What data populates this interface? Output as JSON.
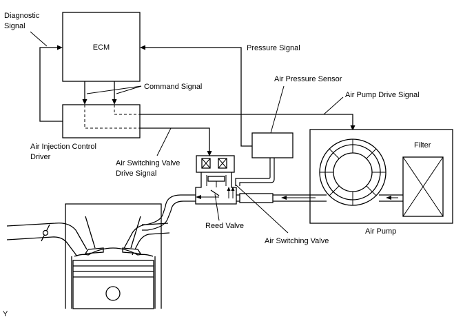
{
  "diagram": {
    "diagnostic_signal_1": "Diagnostic",
    "diagnostic_signal_2": "Signal",
    "ecm": "ECM",
    "command_signal": "Command Signal",
    "pressure_signal": "Pressure Signal",
    "air_pressure_sensor": "Air Pressure Sensor",
    "air_pump_drive_signal": "Air Pump Drive Signal",
    "filter": "Filter",
    "driver_1": "Air Injection Control",
    "driver_2": "Driver",
    "asv_drive_signal_1": "Air Switching Valve",
    "asv_drive_signal_2": "Drive Signal",
    "reed_valve": "Reed Valve",
    "air_switching_valve": "Air Switching Valve",
    "air_pump": "Air Pump",
    "figure_code": "Y"
  }
}
